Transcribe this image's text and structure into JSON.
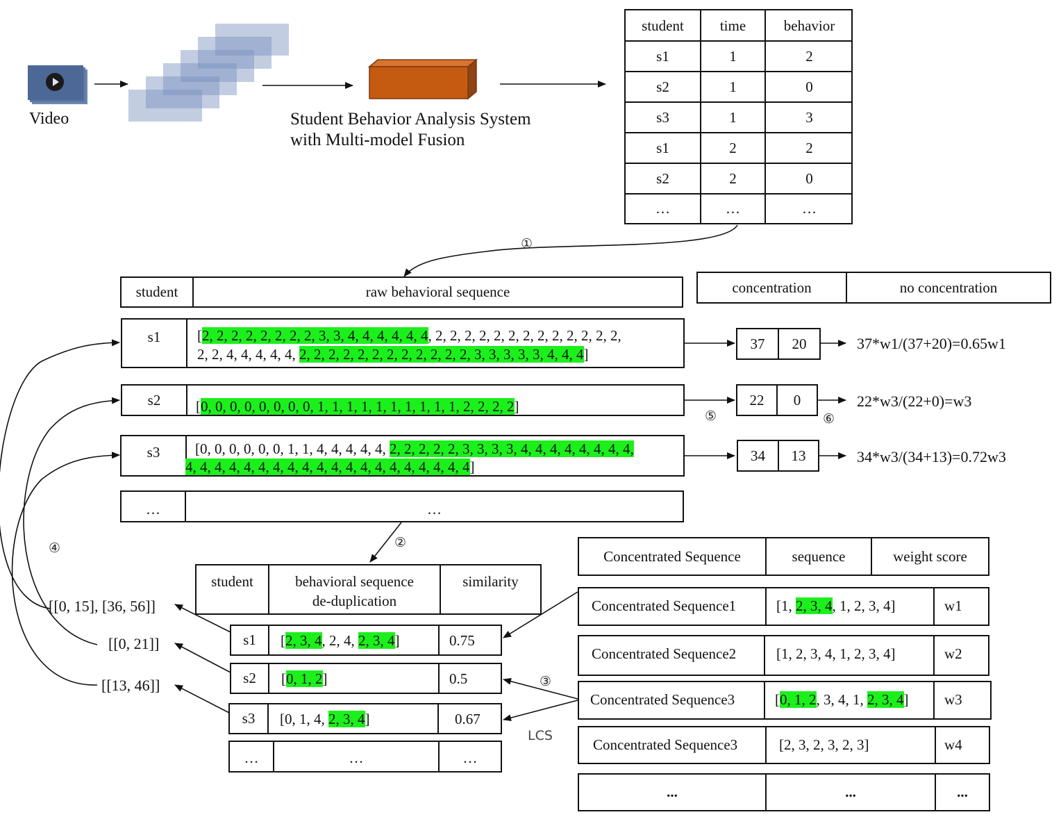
{
  "pipeline": {
    "video_label": "Video",
    "system_label_line1": "Student Behavior Analysis System",
    "system_label_line2": "with Multi-model Fusion"
  },
  "obs_table": {
    "headers": [
      "student",
      "time",
      "behavior"
    ],
    "rows": [
      [
        "s1",
        "1",
        "2"
      ],
      [
        "s2",
        "1",
        "0"
      ],
      [
        "s3",
        "1",
        "3"
      ],
      [
        "s1",
        "2",
        "2"
      ],
      [
        "s2",
        "2",
        "0"
      ],
      [
        "…",
        "…",
        "…"
      ]
    ]
  },
  "raw_table": {
    "headers": [
      "student",
      "raw behavioral sequence"
    ],
    "rows": [
      {
        "student": "s1",
        "line1": {
          "open": "[",
          "hl": "2, 2, 2, 2, 2, 2, 2, 2, 3, 3, 4, 4, 4, 4, 4, 4",
          "rest": ", 2, 2, 2, 2, 2, 2, 2, 2, 2, 2, 2, 2, 2,"
        },
        "line2": {
          "pre": "2, 2, 4, 4, 4, 4, 4, ",
          "hl": "2, 2, 2, 2, 2, 2, 2, 2, 2, 2, 2, 2, 3, 3, 3, 3, 3, 4, 4, 4",
          "close": "]"
        }
      },
      {
        "student": "s2",
        "line1": {
          "open": "[",
          "hl": "0, 0, 0, 0, 0, 0, 0, 0, 1, 1, 1, 1, 1, 1, 1, 1, 1, 1, 2, 2, 2, 2",
          "close": "]"
        }
      },
      {
        "student": "s3",
        "line1": {
          "pre": "[0, 0, 0, 0, 0, 0, 1, 1, 4, 4, 4, 4, 4, ",
          "hl": "2, 2, 2, 2, 2, 3, 3, 3, 3, 4, 4, 4, 4, 4, 4, 4, 4,"
        },
        "line2": {
          "hl": "4, 4, 4, 4, 4, 4, 4, 4, 4, 4, 4, 4, 4, 4, 4, 4, 4, 4, 4, 4",
          "close": "]"
        }
      },
      {
        "student": "…",
        "seq": "…"
      }
    ]
  },
  "conc_header": {
    "concentration": "concentration",
    "no_concentration": "no concentration"
  },
  "counts": [
    {
      "c": "37",
      "n": "20",
      "formula": "37*w1/(37+20)=0.65w1"
    },
    {
      "c": "22",
      "n": "0",
      "formula": "22*w3/(22+0)=w3"
    },
    {
      "c": "34",
      "n": "13",
      "formula": "34*w3/(34+13)=0.72w3"
    }
  ],
  "dedup_table": {
    "headers": [
      "student",
      "behavioral sequence",
      "de-duplication",
      "similarity"
    ],
    "rows": [
      {
        "student": "s1",
        "open": "[",
        "a": "2, 3, 4",
        "mid": ", 2, 4, ",
        "b": "2, 3, 4",
        "close": "]",
        "sim": "0.75"
      },
      {
        "student": "s2",
        "open": "[",
        "a": "0, 1, 2",
        "close": "]",
        "sim": "0.5"
      },
      {
        "student": "s3",
        "pre": "[0, 1, 4, ",
        "a": "2, 3, 4",
        "close": "]",
        "sim": "0.67"
      },
      {
        "student": "…",
        "seq": "…",
        "sim": "…"
      }
    ]
  },
  "intervals": [
    "[[0, 15], [36, 56]]",
    "[[0, 21]]",
    "[[13, 46]]"
  ],
  "concentrated_table": {
    "headers": [
      "Concentrated Sequence",
      "sequence",
      "weight score"
    ],
    "rows": [
      {
        "name": "Concentrated Sequence1",
        "open": "[1, ",
        "a": "2, 3, 4",
        "rest": ", 1, 2, 3, 4]",
        "w": "w1"
      },
      {
        "name": "Concentrated Sequence2",
        "seq": "[1, 2, 3, 4, 1, 2, 3, 4]",
        "w": "w2"
      },
      {
        "name": "Concentrated Sequence3",
        "open": "[",
        "a": "0, 1, 2",
        "mid": ", 3, 4, 1, ",
        "b": "2, 3, 4",
        "close": "]",
        "w": "w3"
      },
      {
        "name": "Concentrated Sequence3",
        "seq": "[2, 3, 2, 3, 2, 3]",
        "w": "w4"
      },
      {
        "name": "...",
        "seq": "...",
        "w": "..."
      }
    ]
  },
  "step_markers": [
    "①",
    "②",
    "③",
    "④",
    "⑤",
    "⑥"
  ],
  "lcs_label": "LCS",
  "highlight_color": "#1cf01c",
  "accent_color": "#c55a11"
}
